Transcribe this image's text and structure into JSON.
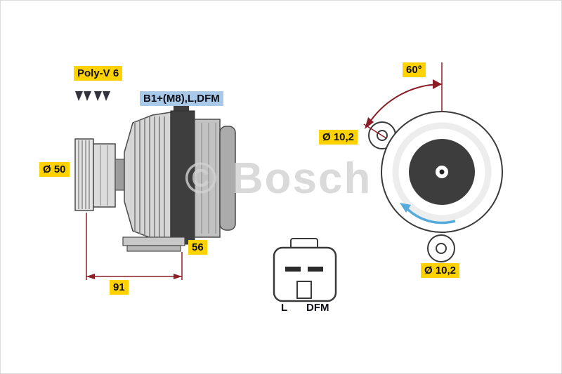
{
  "diagram": {
    "watermark": "© Bosch",
    "side_view": {
      "belt_label": "Poly-V 6",
      "terminal_label": "B1+(M8),L,DFM",
      "pulley_diameter_label": "Ø 50",
      "dim_56": "56",
      "dim_91": "91"
    },
    "rear_view": {
      "angle_label": "60°",
      "hole_top_label": "Ø 10,2",
      "hole_bottom_label": "Ø 10,2"
    },
    "connector": {
      "pin_l": "L",
      "pin_dfm": "DFM"
    },
    "colors": {
      "highlight_yellow": "#ffd200",
      "label_blue": "#a9c9e9",
      "dimension_red": "#8c1d26",
      "rotation_blue": "#55aadc",
      "watermark_gray": "#d2d2d2"
    }
  }
}
